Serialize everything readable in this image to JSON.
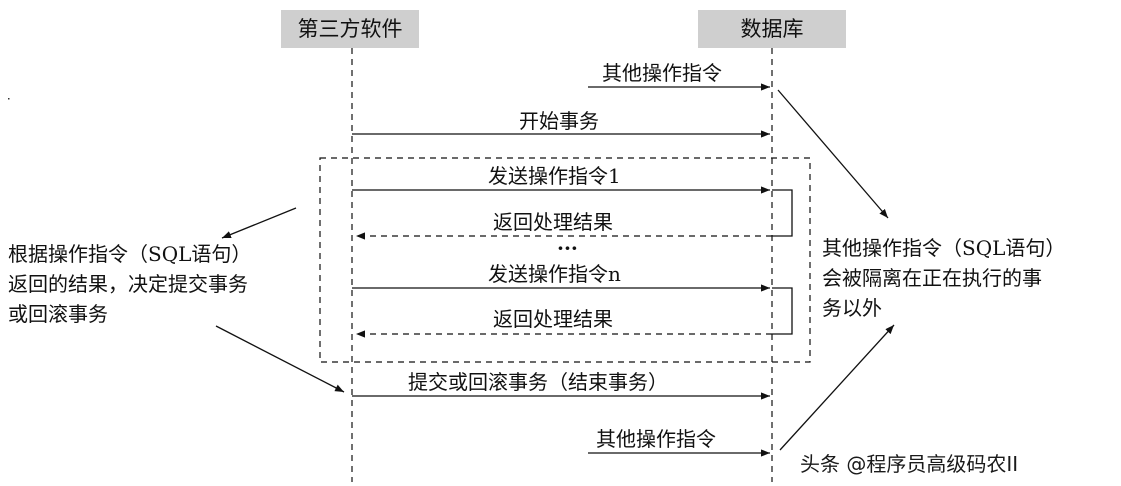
{
  "lifelines": {
    "left": {
      "label": "第三方软件"
    },
    "right": {
      "label": "数据库"
    }
  },
  "messages": [
    {
      "id": "other-1",
      "label": "其他操作指令",
      "direction": "to-db"
    },
    {
      "id": "begin",
      "label": "开始事务",
      "direction": "to-db"
    },
    {
      "id": "send-1",
      "label": "发送操作指令1",
      "direction": "to-db"
    },
    {
      "id": "return-1",
      "label": "返回处理结果",
      "direction": "to-app",
      "dashed": true
    },
    {
      "id": "ellipsis",
      "label": "···"
    },
    {
      "id": "send-n",
      "label": "发送操作指令n",
      "direction": "to-db"
    },
    {
      "id": "return-n",
      "label": "返回处理结果",
      "direction": "to-app",
      "dashed": true
    },
    {
      "id": "commit",
      "label": "提交或回滚事务（结束事务）",
      "direction": "to-db"
    },
    {
      "id": "other-2",
      "label": "其他操作指令",
      "direction": "to-db"
    }
  ],
  "notes": {
    "left": [
      "根据操作指令（SQL语句）",
      "返回的结果，决定提交事务",
      "或回滚事务"
    ],
    "right": [
      "其他操作指令（SQL语句）",
      "会被隔离在正在执行的事",
      "务以外"
    ]
  },
  "watermark": "头条 @程序员高级码农II",
  "colors": {
    "header_bg": "#cfcfcf",
    "line": "#111111"
  }
}
